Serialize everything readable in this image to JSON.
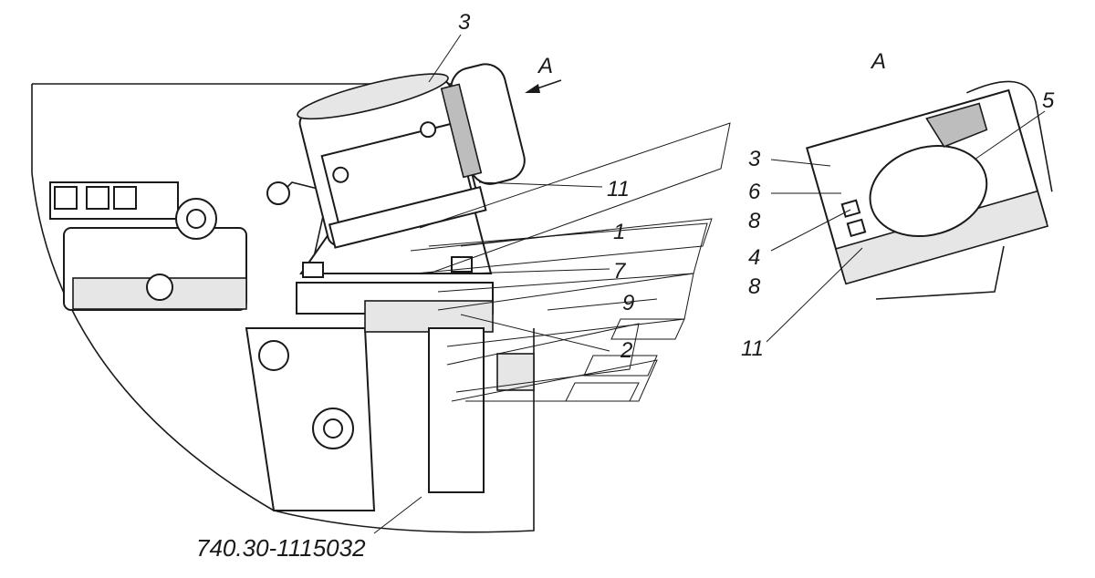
{
  "view_letter": "A",
  "view_arrow_label": "A",
  "main_view_callouts": [
    "3",
    "11",
    "1",
    "7",
    "9",
    "2"
  ],
  "detail_view_callouts": [
    "5",
    "3",
    "6",
    "8",
    "4",
    "8",
    "11"
  ],
  "part_number": "740.30-1115032"
}
